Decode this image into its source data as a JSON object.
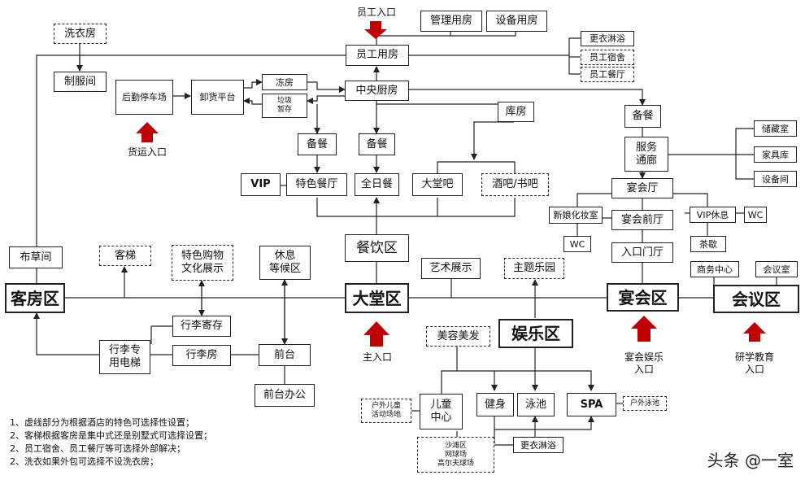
{
  "nodes": {
    "laundry": "洗衣房",
    "uniform": "制服间",
    "staff_rooms": "员工用房",
    "mgmt_rooms": "管理用房",
    "equip_rooms": "设备用房",
    "locker": "更衣淋浴",
    "staff_dorm": "员工宿舍",
    "staff_canteen": "员工餐厅",
    "logistics_parking": "后勤停车场",
    "unloading": "卸货平台",
    "cold_room": "冻房",
    "garbage": "垃圾\n暂存",
    "central_kitchen": "中央厨房",
    "warehouse": "库房",
    "prep_banquet": "备餐",
    "prep1": "备餐",
    "prep2": "备餐",
    "service_corridor": "服务\n通廊",
    "storage": "储藏室",
    "furniture": "家具库",
    "equipment": "设备间",
    "vip1": "VIP",
    "specialty": "特色餐厅",
    "allday": "全日餐",
    "lobby_bar": "大堂吧",
    "wine_bar": "酒吧/书吧",
    "banquet_hall": "宴会厅",
    "bridal": "新娘化妆室",
    "banquet_foyer": "宴会前厅",
    "vip_rest": "VIP休息",
    "wc1": "WC",
    "wc2": "WC",
    "tea": "茶歇",
    "linen": "布草间",
    "guest_lift": "客梯",
    "shopping": "特色购物\n文化展示",
    "rest_area": "休息\n等候区",
    "dining": "餐饮区",
    "art": "艺术展示",
    "theme_park": "主题乐园",
    "entry_hall": "入口门厅",
    "business": "商务中心",
    "meeting_room": "会议室",
    "guestroom_zone": "客房区",
    "lobby_zone": "大堂区",
    "banquet_zone": "宴会区",
    "conference_zone": "会议区",
    "luggage_store": "行李寄存",
    "luggage_lift": "行李专\n用电梯",
    "luggage_room": "行李房",
    "front_desk": "前台",
    "front_office": "前台办公",
    "beauty": "美容美发",
    "ent_zone": "娱乐区",
    "kids_outdoor": "户外儿童\n活动场地",
    "kids": "儿童\n中心",
    "gym": "健身",
    "pool": "泳池",
    "spa": "SPA",
    "outdoor_pool": "户外泳池",
    "sports": "沙滩区\n网球场\n高尔夫球场",
    "locker2": "更衣淋浴"
  },
  "labels": {
    "staff_entry": "员工入口",
    "cargo_entry": "货运入口",
    "main_entry": "主入口",
    "banquet_entry": "宴会娱乐\n入口",
    "edu_entry": "研学教育\n入口"
  },
  "notes": [
    "1、虚线部分为根据酒店的特色可选择性设置；",
    "2、客梯根据客房是集中式还是别墅式可选择设置；",
    "2、员工宿舍、员工餐厅等可选择外部解决；",
    "2、洗衣如果外包可选择不设洗衣房；"
  ],
  "watermark": "头条 @一室",
  "colors": {
    "arrow_red": "#c00000",
    "line": "#222222"
  }
}
